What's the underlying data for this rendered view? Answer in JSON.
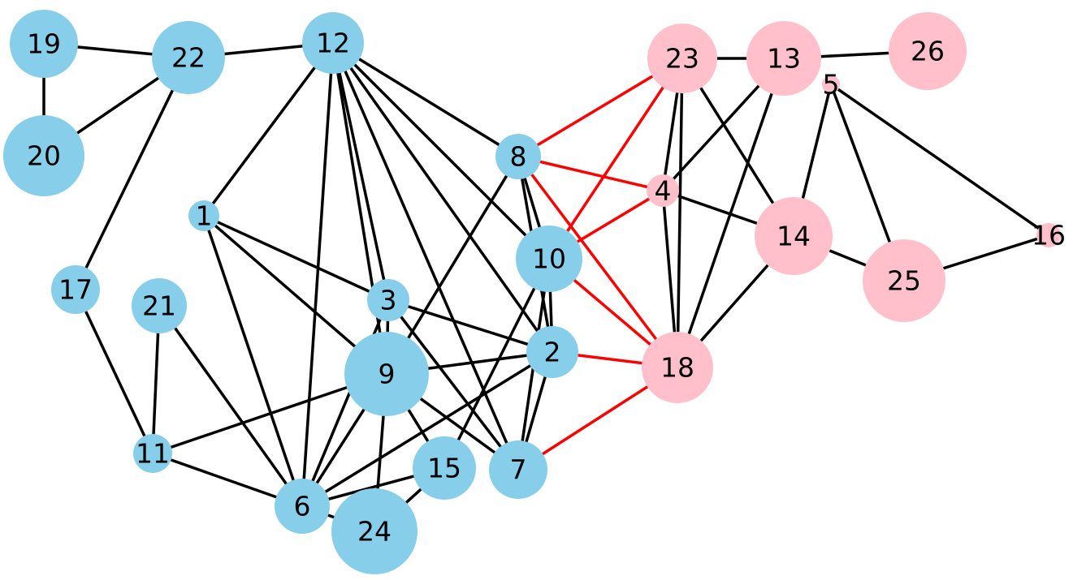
{
  "colors": {
    "group_blue": "#87ceeb",
    "group_pink": "#ffc0cb",
    "edge_black": "#000000",
    "edge_red": "#ff0000"
  },
  "nodes": [
    {
      "id": "1",
      "label": "1",
      "group": "blue"
    },
    {
      "id": "2",
      "label": "2",
      "group": "blue"
    },
    {
      "id": "3",
      "label": "3",
      "group": "blue"
    },
    {
      "id": "4",
      "label": "4",
      "group": "pink"
    },
    {
      "id": "5",
      "label": "5",
      "group": "pink"
    },
    {
      "id": "6",
      "label": "6",
      "group": "blue"
    },
    {
      "id": "7",
      "label": "7",
      "group": "blue"
    },
    {
      "id": "8",
      "label": "8",
      "group": "blue"
    },
    {
      "id": "9",
      "label": "9",
      "group": "blue"
    },
    {
      "id": "10",
      "label": "10",
      "group": "blue"
    },
    {
      "id": "11",
      "label": "11",
      "group": "blue"
    },
    {
      "id": "12",
      "label": "12",
      "group": "blue"
    },
    {
      "id": "13",
      "label": "13",
      "group": "pink"
    },
    {
      "id": "14",
      "label": "14",
      "group": "pink"
    },
    {
      "id": "15",
      "label": "15",
      "group": "blue"
    },
    {
      "id": "16",
      "label": "16",
      "group": "pink"
    },
    {
      "id": "17",
      "label": "17",
      "group": "blue"
    },
    {
      "id": "18",
      "label": "18",
      "group": "pink"
    },
    {
      "id": "19",
      "label": "19",
      "group": "blue"
    },
    {
      "id": "20",
      "label": "20",
      "group": "blue"
    },
    {
      "id": "21",
      "label": "21",
      "group": "blue"
    },
    {
      "id": "22",
      "label": "22",
      "group": "blue"
    },
    {
      "id": "23",
      "label": "23",
      "group": "pink"
    },
    {
      "id": "24",
      "label": "24",
      "group": "blue"
    },
    {
      "id": "25",
      "label": "25",
      "group": "pink"
    },
    {
      "id": "26",
      "label": "26",
      "group": "pink"
    }
  ],
  "edges": [
    {
      "source": "19",
      "target": "22",
      "color": "black"
    },
    {
      "source": "19",
      "target": "20",
      "color": "black"
    },
    {
      "source": "22",
      "target": "20",
      "color": "black"
    },
    {
      "source": "22",
      "target": "12",
      "color": "black"
    },
    {
      "source": "22",
      "target": "17",
      "color": "black"
    },
    {
      "source": "17",
      "target": "11",
      "color": "black"
    },
    {
      "source": "21",
      "target": "11",
      "color": "black"
    },
    {
      "source": "21",
      "target": "6",
      "color": "black"
    },
    {
      "source": "11",
      "target": "9",
      "color": "black"
    },
    {
      "source": "11",
      "target": "6",
      "color": "black"
    },
    {
      "source": "1",
      "target": "12",
      "color": "black"
    },
    {
      "source": "1",
      "target": "3",
      "color": "black"
    },
    {
      "source": "1",
      "target": "9",
      "color": "black"
    },
    {
      "source": "1",
      "target": "6",
      "color": "black"
    },
    {
      "source": "12",
      "target": "8",
      "color": "black"
    },
    {
      "source": "12",
      "target": "10",
      "color": "black"
    },
    {
      "source": "12",
      "target": "2",
      "color": "black"
    },
    {
      "source": "12",
      "target": "7",
      "color": "black"
    },
    {
      "source": "12",
      "target": "3",
      "color": "black"
    },
    {
      "source": "12",
      "target": "9",
      "color": "black"
    },
    {
      "source": "12",
      "target": "6",
      "color": "black"
    },
    {
      "source": "3",
      "target": "2",
      "color": "black"
    },
    {
      "source": "3",
      "target": "7",
      "color": "black"
    },
    {
      "source": "3",
      "target": "9",
      "color": "black"
    },
    {
      "source": "3",
      "target": "6",
      "color": "black"
    },
    {
      "source": "9",
      "target": "8",
      "color": "black"
    },
    {
      "source": "9",
      "target": "2",
      "color": "black"
    },
    {
      "source": "9",
      "target": "7",
      "color": "black"
    },
    {
      "source": "9",
      "target": "6",
      "color": "black"
    },
    {
      "source": "9",
      "target": "15",
      "color": "black"
    },
    {
      "source": "9",
      "target": "24",
      "color": "black"
    },
    {
      "source": "8",
      "target": "10",
      "color": "black"
    },
    {
      "source": "8",
      "target": "2",
      "color": "black"
    },
    {
      "source": "10",
      "target": "2",
      "color": "black"
    },
    {
      "source": "10",
      "target": "7",
      "color": "black"
    },
    {
      "source": "10",
      "target": "15",
      "color": "black"
    },
    {
      "source": "2",
      "target": "7",
      "color": "black"
    },
    {
      "source": "2",
      "target": "6",
      "color": "black"
    },
    {
      "source": "6",
      "target": "15",
      "color": "black"
    },
    {
      "source": "6",
      "target": "24",
      "color": "black"
    },
    {
      "source": "15",
      "target": "24",
      "color": "black"
    },
    {
      "source": "8",
      "target": "23",
      "color": "red"
    },
    {
      "source": "8",
      "target": "4",
      "color": "red"
    },
    {
      "source": "8",
      "target": "18",
      "color": "red"
    },
    {
      "source": "10",
      "target": "23",
      "color": "red"
    },
    {
      "source": "10",
      "target": "4",
      "color": "red"
    },
    {
      "source": "10",
      "target": "18",
      "color": "red"
    },
    {
      "source": "2",
      "target": "18",
      "color": "red"
    },
    {
      "source": "7",
      "target": "18",
      "color": "red"
    },
    {
      "source": "23",
      "target": "13",
      "color": "black"
    },
    {
      "source": "23",
      "target": "4",
      "color": "black"
    },
    {
      "source": "23",
      "target": "18",
      "color": "black"
    },
    {
      "source": "23",
      "target": "14",
      "color": "black"
    },
    {
      "source": "13",
      "target": "26",
      "color": "black"
    },
    {
      "source": "13",
      "target": "4",
      "color": "black"
    },
    {
      "source": "13",
      "target": "18",
      "color": "black"
    },
    {
      "source": "4",
      "target": "14",
      "color": "black"
    },
    {
      "source": "4",
      "target": "18",
      "color": "black"
    },
    {
      "source": "14",
      "target": "18",
      "color": "black"
    },
    {
      "source": "14",
      "target": "25",
      "color": "black"
    },
    {
      "source": "14",
      "target": "5",
      "color": "black"
    },
    {
      "source": "5",
      "target": "25",
      "color": "black"
    },
    {
      "source": "5",
      "target": "16",
      "color": "black"
    },
    {
      "source": "25",
      "target": "16",
      "color": "black"
    }
  ]
}
